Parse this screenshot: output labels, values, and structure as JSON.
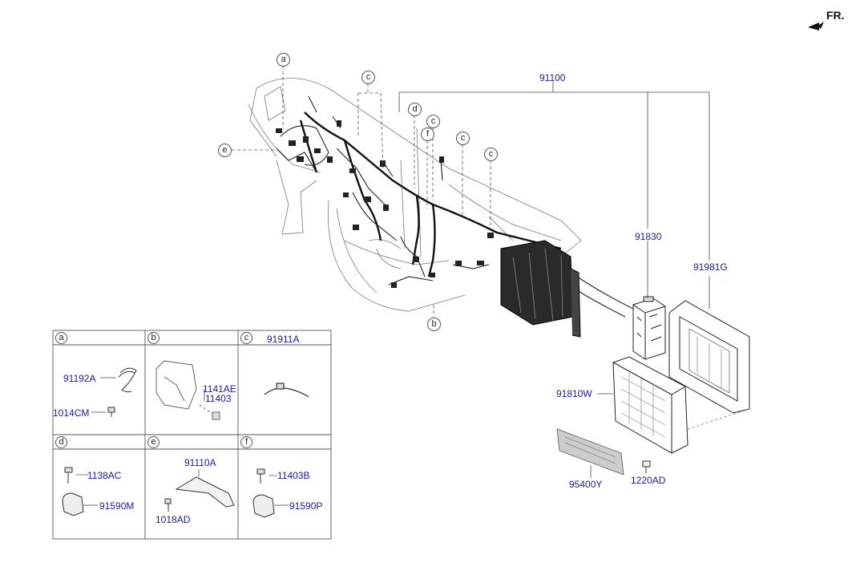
{
  "fr_label": "FR.",
  "main_label": "91100",
  "callouts": {
    "a": "a",
    "b": "b",
    "c": "c",
    "d": "d",
    "e": "e",
    "f": "f"
  },
  "parts": {
    "p91830": "91830",
    "p91981G": "91981G",
    "p91810W": "91810W",
    "p95400Y": "95400Y",
    "p1220AD": "1220AD"
  },
  "table": {
    "a": {
      "letter": "a",
      "parts": [
        "91192A",
        "1014CM"
      ]
    },
    "b": {
      "letter": "b",
      "parts": [
        "1141AE",
        "11403"
      ]
    },
    "c": {
      "letter": "c",
      "title": "91911A"
    },
    "d": {
      "letter": "d",
      "parts": [
        "1138AC",
        "91590M"
      ]
    },
    "e": {
      "letter": "e",
      "parts": [
        "91110A",
        "1018AD"
      ]
    },
    "f": {
      "letter": "f",
      "parts": [
        "11403B",
        "91590P"
      ]
    }
  }
}
